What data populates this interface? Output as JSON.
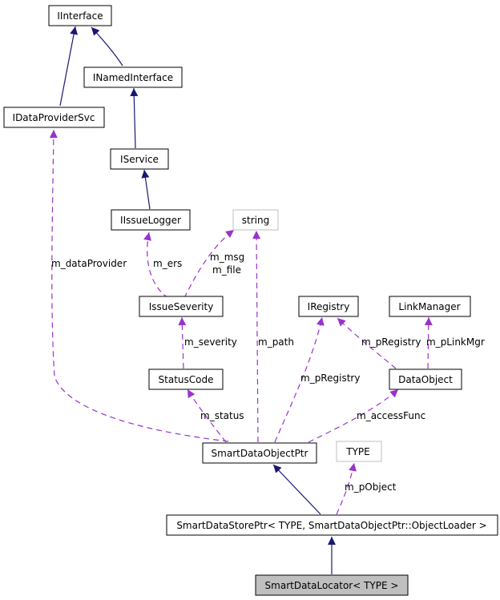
{
  "diagram": {
    "colors": {
      "inherit_edge": "#191970",
      "usage_edge": "#9a32cd",
      "node_border": "#000000",
      "external_node_border": "#bfbfbf",
      "focus_node_fill": "#bfbfbf"
    },
    "nodes": {
      "iinterface": "IInterface",
      "inamedinterface": "INamedInterface",
      "idataprovidersvc": "IDataProviderSvc",
      "iservice": "IService",
      "iissuelogger": "IIssueLogger",
      "string": "string",
      "issueseverity": "IssueSeverity",
      "iregistry": "IRegistry",
      "linkmanager": "LinkManager",
      "statuscode": "StatusCode",
      "dataobject": "DataObject",
      "smartdataobjectptr": "SmartDataObjectPtr",
      "type": "TYPE",
      "smartdatastoreptr": "SmartDataStorePtr< TYPE, SmartDataObjectPtr::ObjectLoader >",
      "smartdatalocator": "SmartDataLocator< TYPE >"
    },
    "edge_labels": {
      "m_dataProvider": "m_dataProvider",
      "m_ers": "m_ers",
      "m_msg": "m_msg",
      "m_file": "m_file",
      "m_severity": "m_severity",
      "m_path": "m_path",
      "m_pRegistry_iregistry": "m_pRegistry",
      "m_pRegistry_dataobject": "m_pRegistry",
      "m_pLinkMgr": "m_pLinkMgr",
      "m_status": "m_status",
      "m_accessFunc": "m_accessFunc",
      "m_pObject": "m_pObject"
    }
  }
}
